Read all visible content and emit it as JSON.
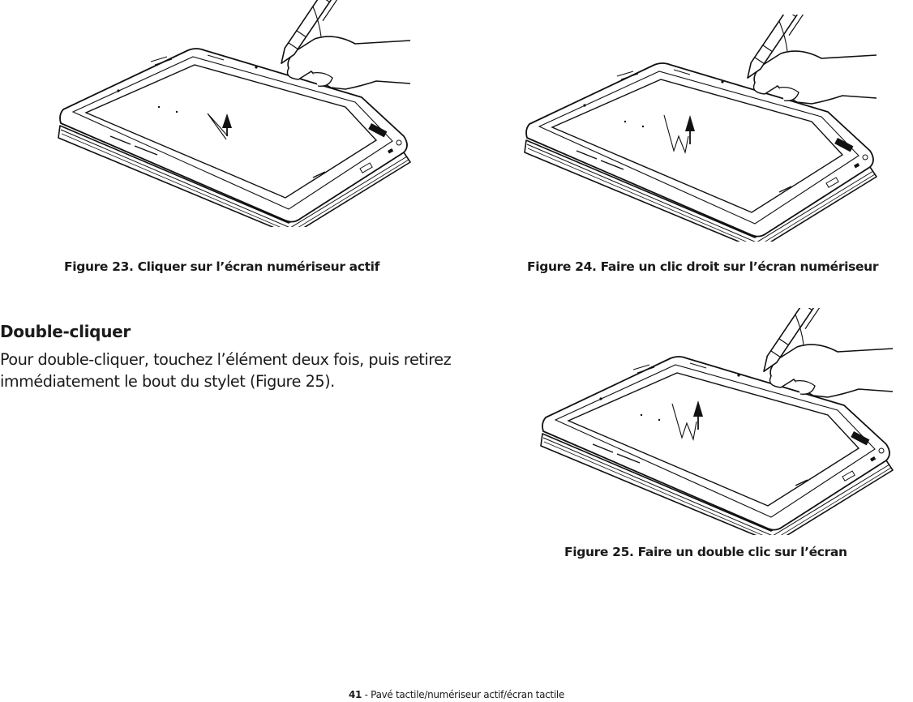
{
  "figures": [
    {
      "caption": "Figure 23.  Cliquer sur l’écran numériseur actif",
      "illustration_icon": "tablet-pen-single-tap-icon"
    },
    {
      "caption": "Figure 24.  Faire un clic droit sur l’écran numériseur",
      "illustration_icon": "tablet-pen-right-click-icon"
    },
    {
      "caption": "Figure 25.  Faire un double clic sur l’écran",
      "illustration_icon": "tablet-pen-double-tap-icon"
    }
  ],
  "section": {
    "heading": "Double-cliquer",
    "paragraph": "Pour double-cliquer, touchez l’élément deux fois, puis retirez immédiatement le bout du stylet (Figure 25)."
  },
  "footer": {
    "page_number": "41",
    "text": " - Pavé tactile/numériseur actif/écran tactile"
  }
}
